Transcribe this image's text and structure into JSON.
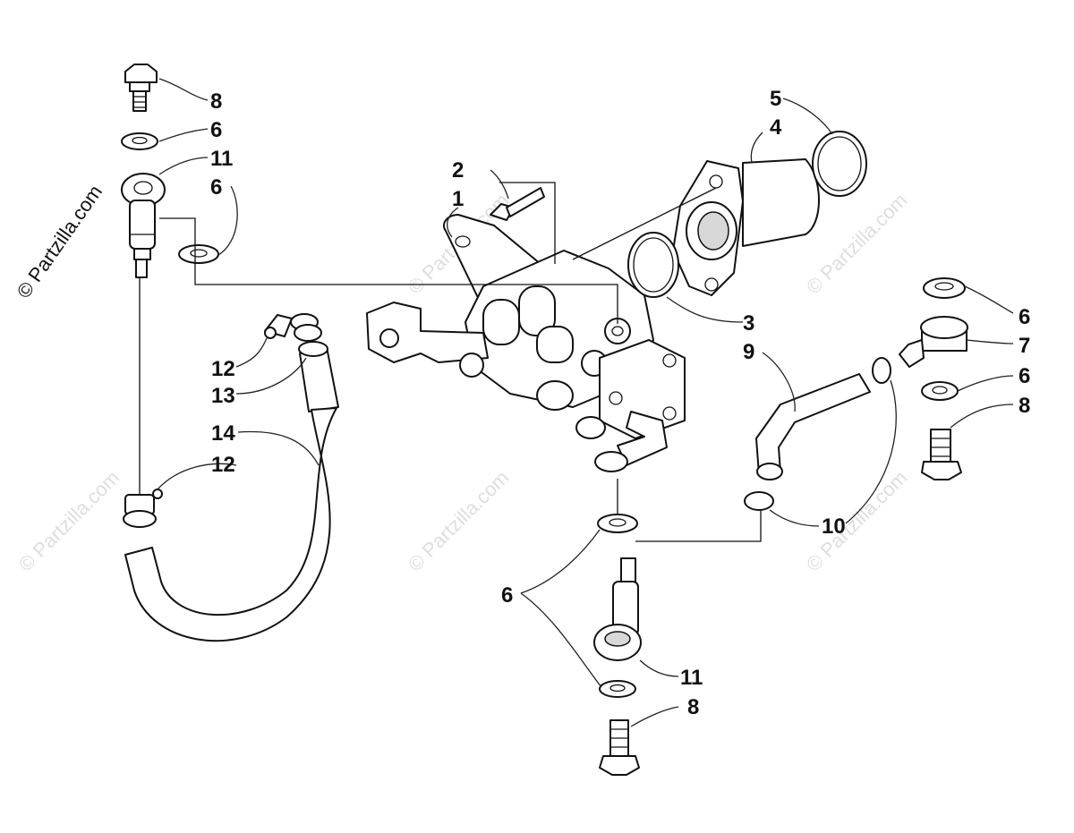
{
  "diagram": {
    "callouts": [
      "1",
      "2",
      "3",
      "4",
      "5",
      "6",
      "6",
      "6",
      "6",
      "6",
      "7",
      "8",
      "8",
      "8",
      "9",
      "10",
      "11",
      "11",
      "12",
      "12",
      "13",
      "14"
    ],
    "copyright": "© Partzilla.com",
    "watermark": "© Partzilla.com"
  }
}
